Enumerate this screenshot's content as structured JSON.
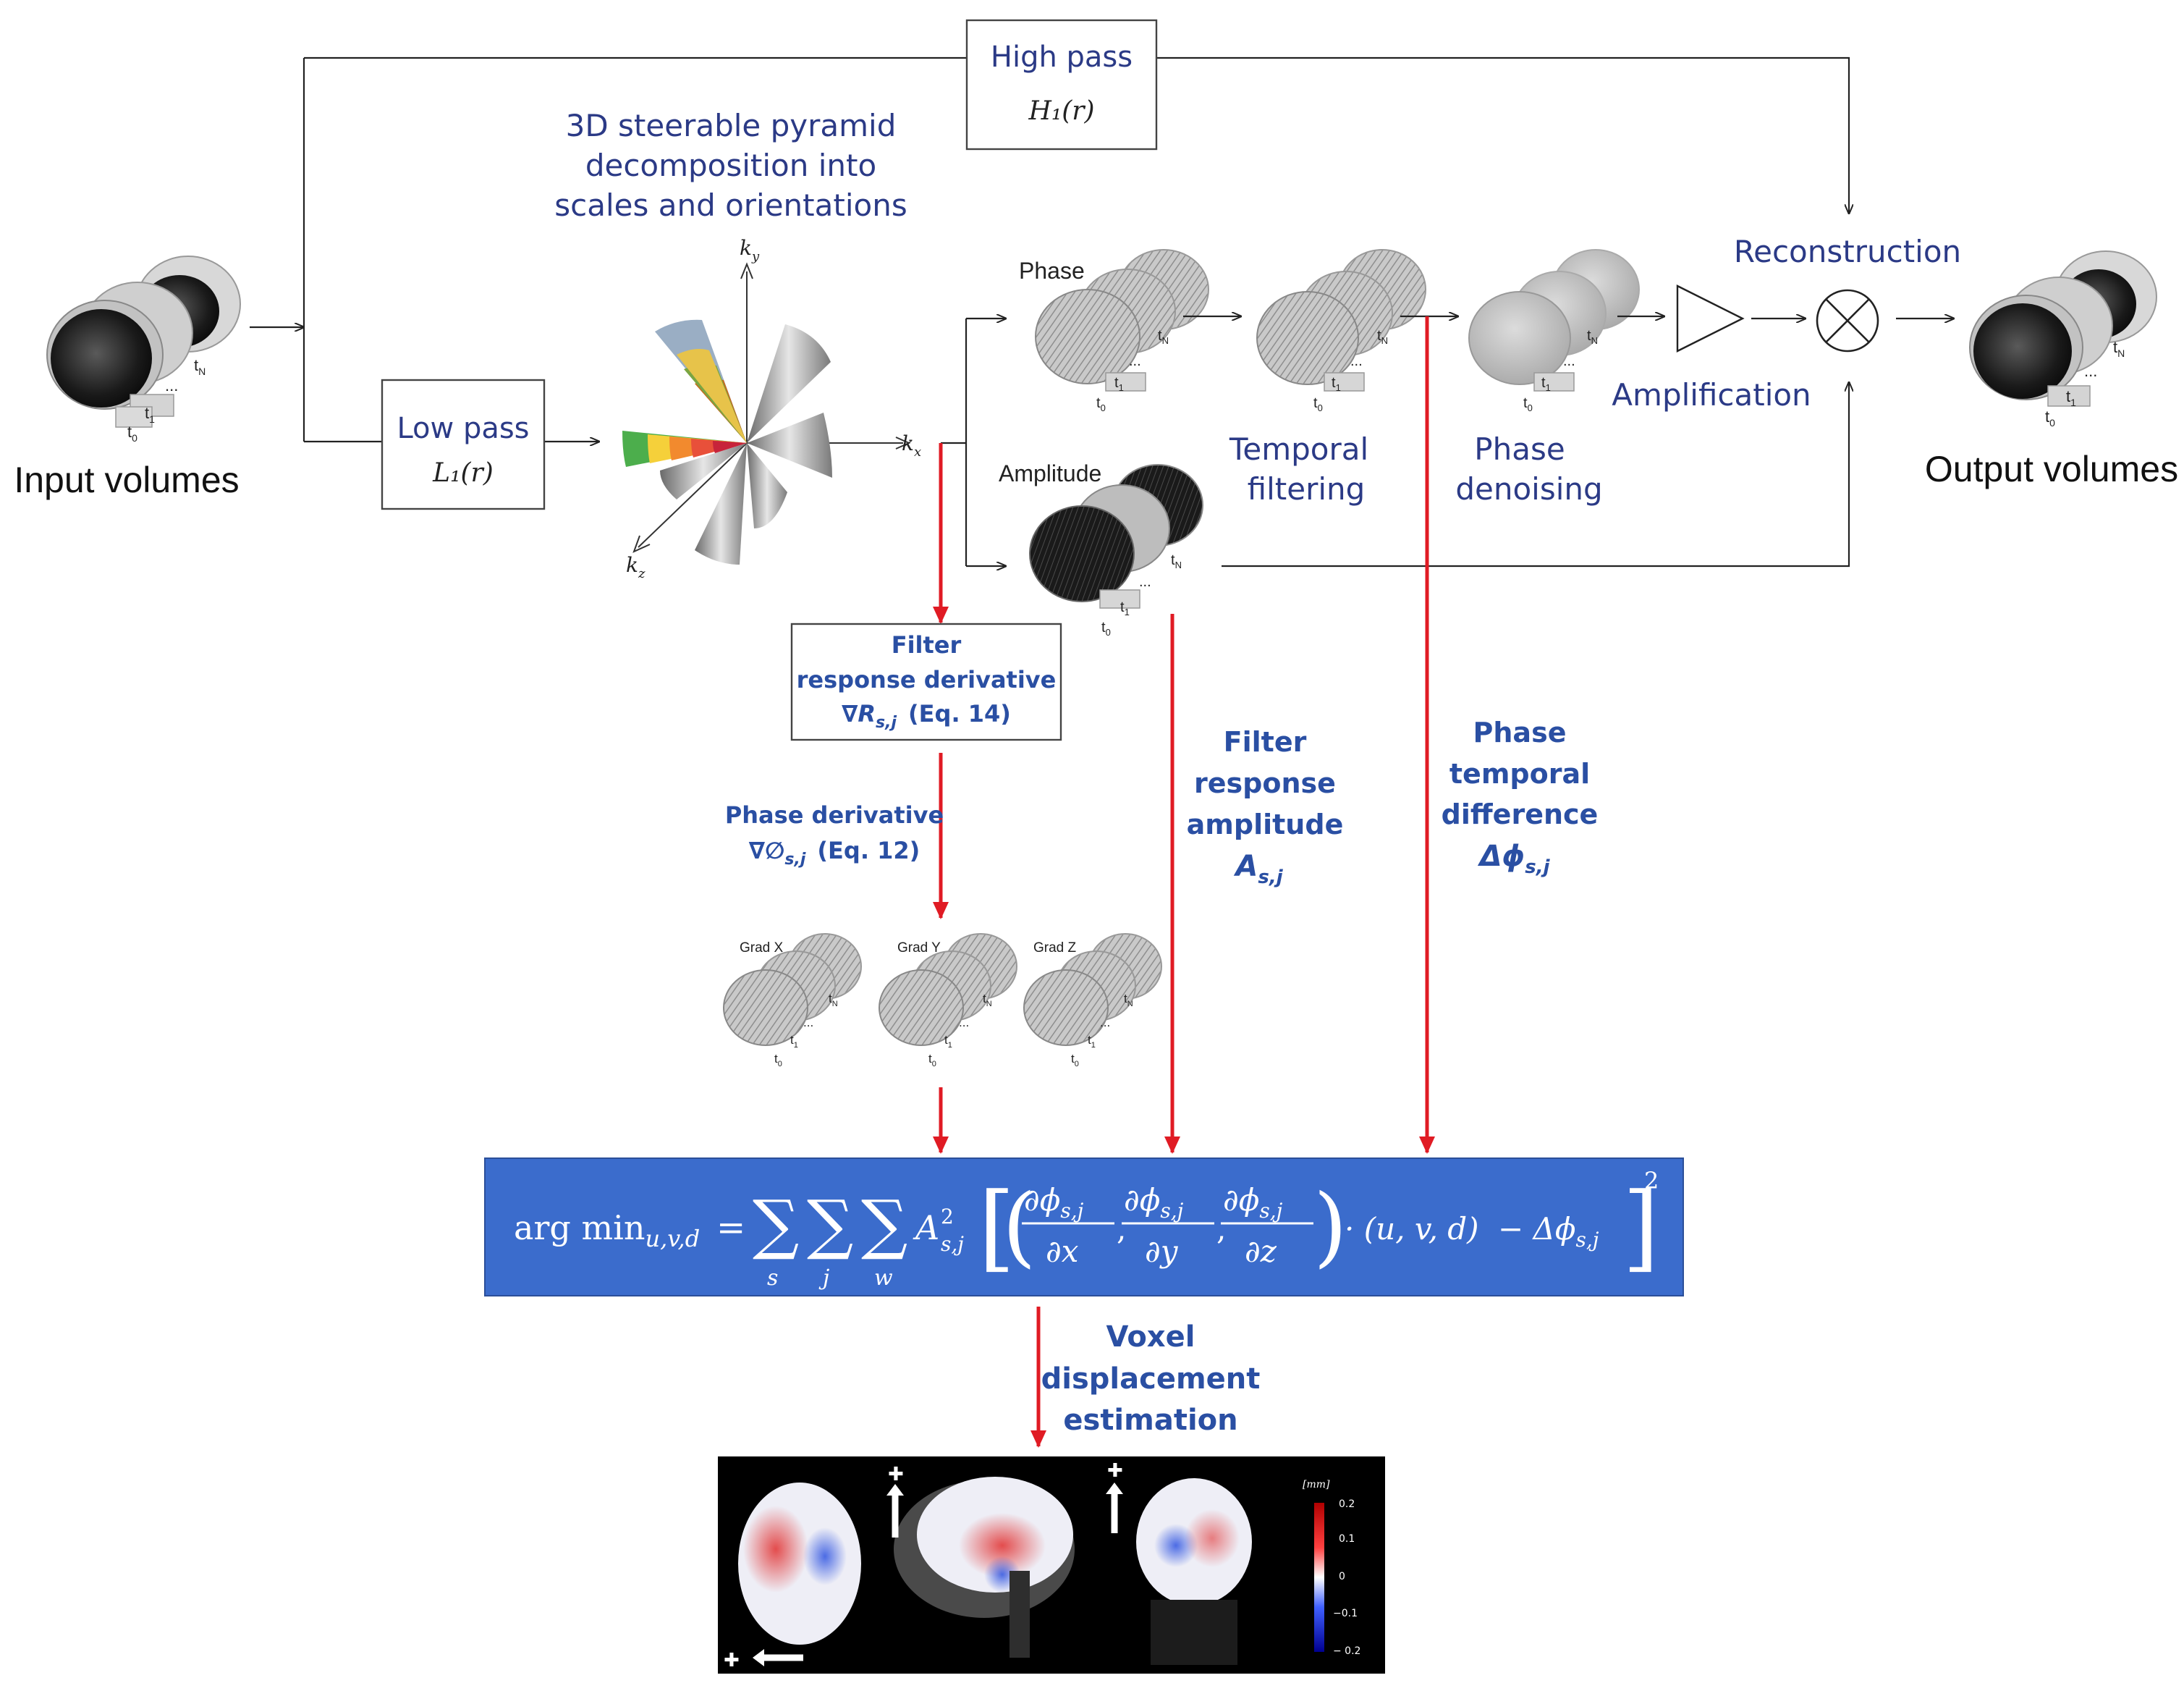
{
  "labels": {
    "high_pass_title": "High pass",
    "high_pass_formula": "H₁(r)",
    "low_pass_title": "Low pass",
    "low_pass_formula": "L₁(r)",
    "pyramid_line1": "3D steerable pyramid",
    "pyramid_line2": "decomposition into",
    "pyramid_line3": "scales and orientations",
    "axis_ky": "k",
    "axis_ky_sub": "y",
    "axis_kx": "k",
    "axis_kx_sub": "x",
    "axis_kz": "k",
    "axis_kz_sub": "z",
    "input_volumes": "Input volumes",
    "output_volumes": "Output volumes",
    "phase": "Phase",
    "amplitude": "Amplitude",
    "temporal_filtering_1": "Temporal",
    "temporal_filtering_2": "filtering",
    "phase_denoising_1": "Phase",
    "phase_denoising_2": "denoising",
    "amplification": "Amplification",
    "reconstruction": "Reconstruction",
    "frr_1": "Filter",
    "frr_2": "response derivative",
    "frr_3": "∇R",
    "frr_3_sub": "s,j",
    "frr_3_ref": "(Eq. 14)",
    "phase_deriv_1": "Phase derivative",
    "phase_deriv_2": "∇∅",
    "phase_deriv_2_sub": "s,j",
    "phase_deriv_2_ref": "(Eq. 12)",
    "amp_1": "Filter",
    "amp_2": "response",
    "amp_3": "amplitude",
    "amp_4": "A",
    "amp_4_sub": "s,j",
    "ptd_1": "Phase",
    "ptd_2": "temporal",
    "ptd_3": "difference",
    "ptd_4": "Δϕ",
    "ptd_4_sub": "s,j",
    "grad_x": "Grad X",
    "grad_y": "Grad Y",
    "grad_z": "Grad Z",
    "voxel_1": "Voxel",
    "voxel_2": "displacement",
    "voxel_3": "estimation",
    "t0": "t",
    "t0_sub": "0",
    "t1": "t",
    "t1_sub": "1",
    "tN": "t",
    "tN_sub": "N",
    "dots": "...",
    "colorbar_unit": "[mm]",
    "colorbar_ticks": [
      "0.2",
      "0.1",
      "0",
      "−0.1",
      "− 0.2"
    ],
    "plus": "✚"
  },
  "equation": {
    "lhs": "arg min",
    "lhs_sub": "u,v,d",
    "equals": "=",
    "sum_s": "s",
    "sum_j": "j",
    "sum_w": "w",
    "A": "A",
    "A_sup": "2",
    "A_sub": "s,j",
    "d1_num": "∂ϕ",
    "d1_sub": "s,j",
    "d1_den": "∂x",
    "d2_den": "∂y",
    "d3_den": "∂z",
    "dot_uvd": "· (u, v, d)",
    "minus_dphi": "− Δϕ",
    "power": "2"
  },
  "colors": {
    "navy_text": "#2b3a86",
    "blue_text": "#2a4fa3",
    "red_arrow": "#e01b24",
    "equation_bg": "#3b6ccc"
  }
}
